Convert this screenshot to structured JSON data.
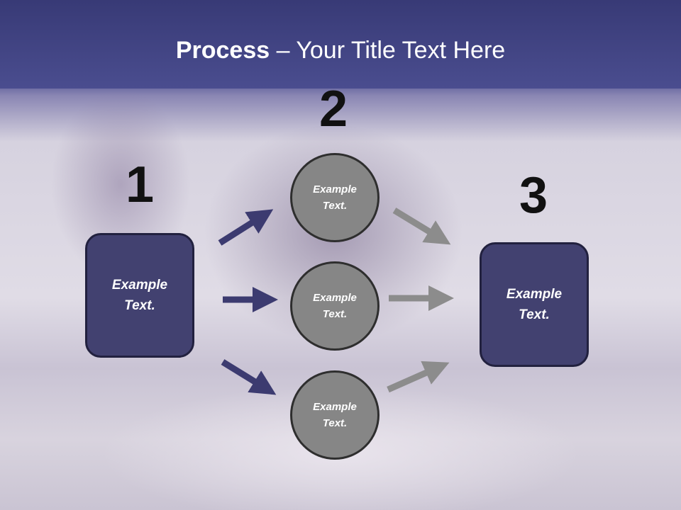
{
  "title": {
    "bold": "Process",
    "rest": " – Your Title Text Here"
  },
  "steps": {
    "one": "1",
    "two": "2",
    "three": "3"
  },
  "left_box": {
    "line1": "Example",
    "line2": "Text."
  },
  "right_box": {
    "line1": "Example",
    "line2": "Text."
  },
  "circles": [
    {
      "line1": "Example",
      "line2": "Text."
    },
    {
      "line1": "Example",
      "line2": "Text."
    },
    {
      "line1": "Example",
      "line2": "Text."
    }
  ],
  "colors": {
    "header": "#4a4d8f",
    "box": "#424170",
    "circle": "#868686",
    "arrow_left": "#3c3b70",
    "arrow_right": "#8c8c8c"
  }
}
